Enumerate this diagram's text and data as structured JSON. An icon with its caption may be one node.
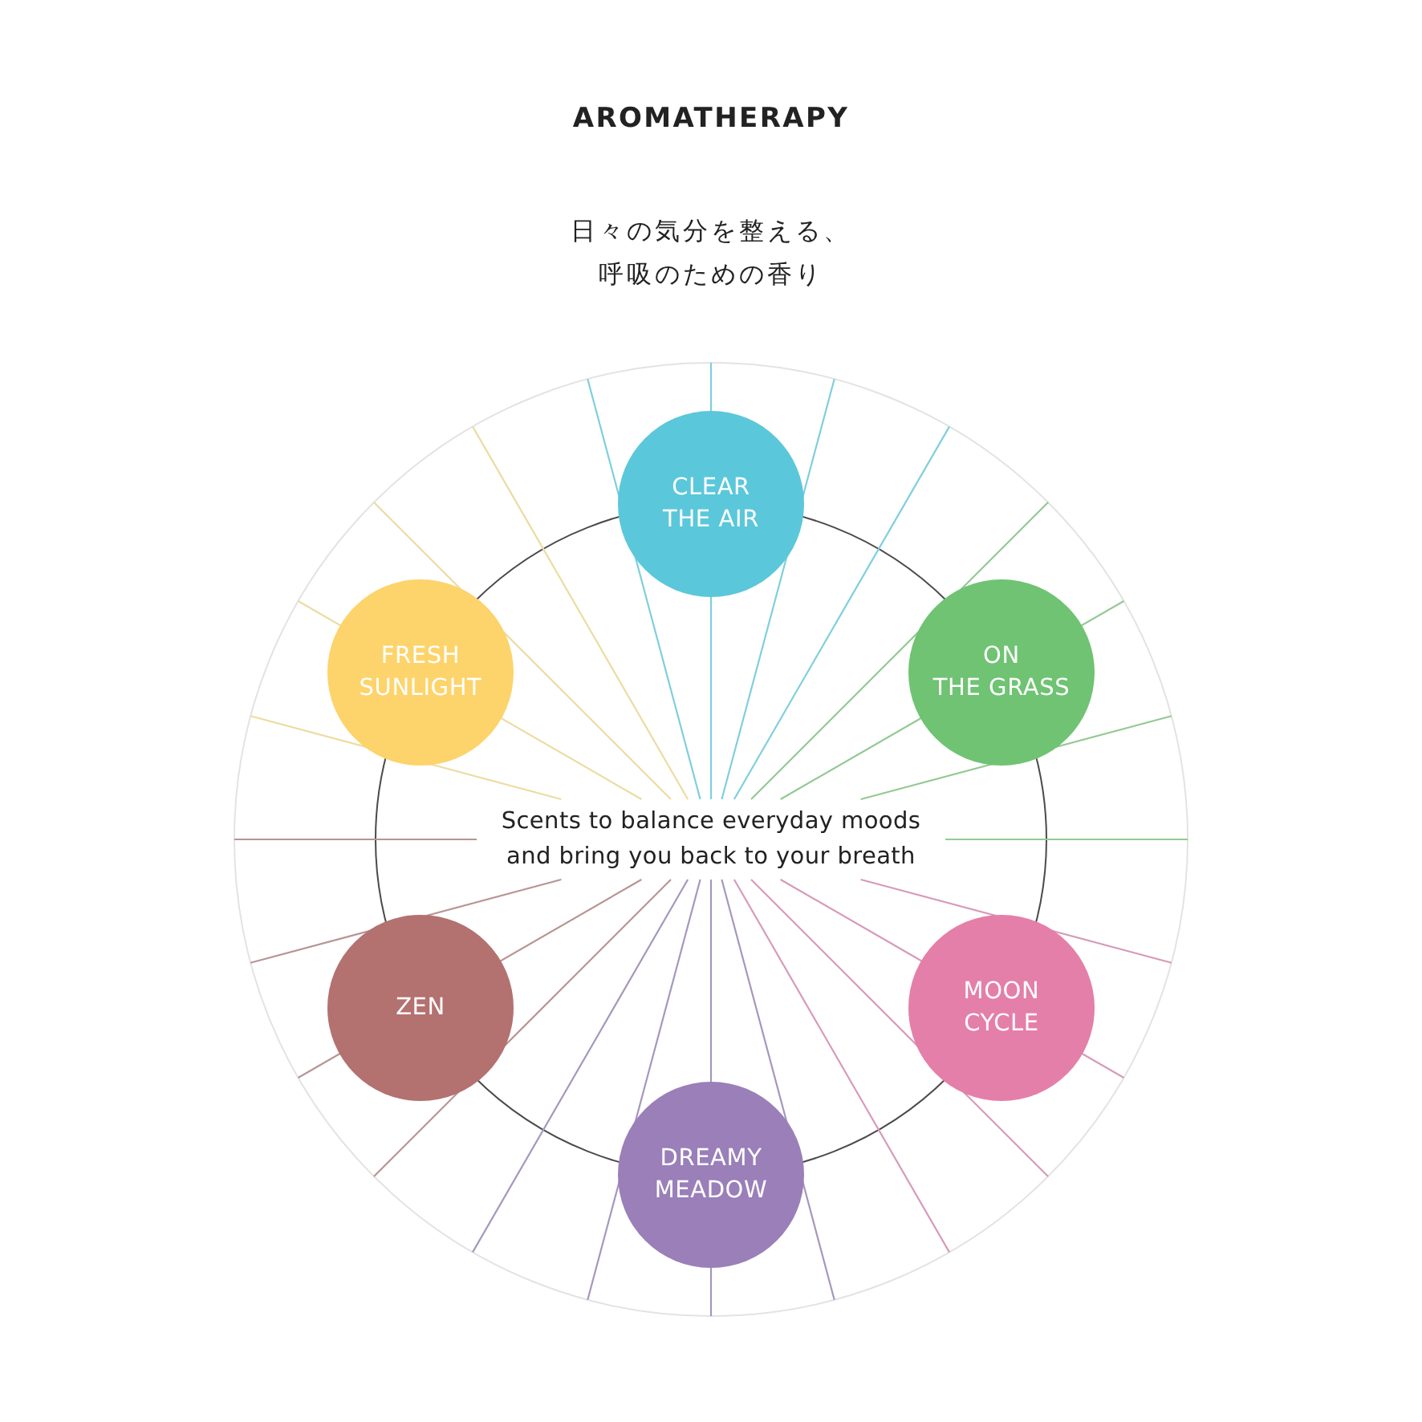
{
  "diagram": {
    "title": "AROMATHERAPY",
    "nodes": [
      {
        "text": [
          "CLEAR THE AIR"
        ]
      },
      {
        "text": [
          "ON THE GRASS"
        ]
      },
      {
        "text": [
          "MOON CYCLE"
        ]
      },
      {
        "text": [
          "DREAMY MEADOW"
        ]
      },
      {
        "text": [
          "ZEN"
        ]
      },
      {
        "text": [
          "FRESH SUNLIGHT"
        ]
      }
    ],
    "labels": [
      "日々の気分を整える、呼吸のための香り",
      "Scents to balance everyday moods and bring you back to your breath"
    ]
  }
}
